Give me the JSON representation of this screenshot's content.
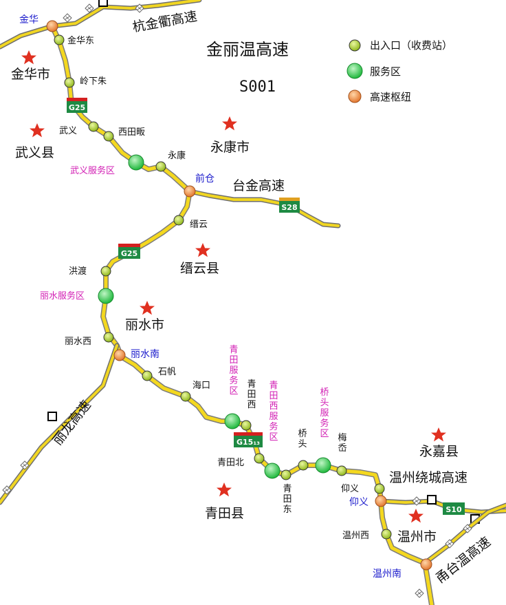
{
  "title": "金丽温高速",
  "code": "S001",
  "legend": [
    {
      "label": "出入口（收费站）",
      "icon": "exit-station-icon"
    },
    {
      "label": "服务区",
      "icon": "service-area-icon"
    },
    {
      "label": "高速枢纽",
      "icon": "interchange-hub-icon"
    }
  ],
  "cities": [
    "金华市",
    "武义县",
    "永康市",
    "缙云县",
    "丽水市",
    "永嘉县",
    "青田县",
    "温州市"
  ],
  "highways": [
    "杭金衢高速",
    "台金高速",
    "丽龙高速",
    "温州绕城高速",
    "甬台温高速"
  ],
  "hubs": [
    "金华",
    "前仓",
    "丽水南",
    "仰义",
    "温州南"
  ],
  "exits": [
    "金华东",
    "岭下朱",
    "武义",
    "西田畈",
    "永康",
    "缙云",
    "洪渡",
    "丽水西",
    "石帆",
    "海口",
    "青田西",
    "青田北",
    "青田东",
    "桥头",
    "梅岙",
    "仰义",
    "温州西"
  ],
  "service_areas": [
    "武义服务区",
    "丽水服务区",
    "青田服务区",
    "青田西服务区",
    "桥头服务区"
  ],
  "shields": [
    "G25",
    "S28",
    "G25",
    "G15₁₃",
    "S10"
  ],
  "colors": {
    "road": "#f4d81f",
    "exit": "#b6d62f",
    "service": "#3fcf5a",
    "hub": "#f08a4b",
    "star": "#e03020",
    "shield": "#1e8a43",
    "shield_top": "#d42020",
    "blue_label": "#1c1ccc",
    "magenta_label": "#d21fb4"
  }
}
